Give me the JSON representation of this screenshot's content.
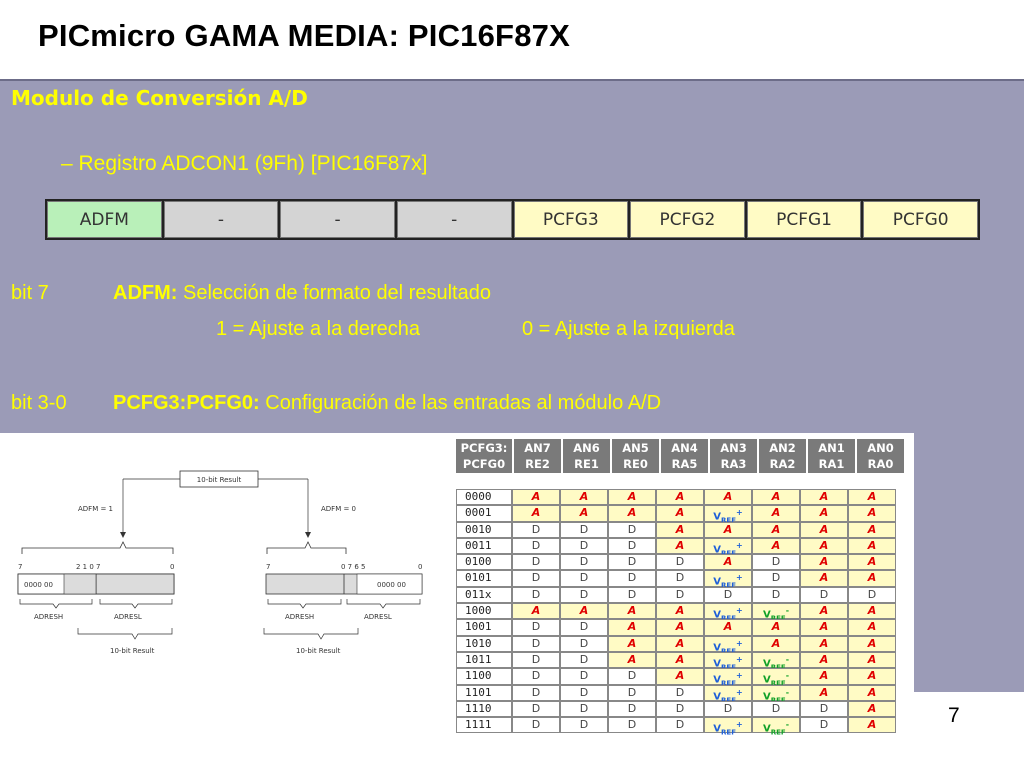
{
  "title": "PICmicro GAMA MEDIA: PIC16F87X",
  "heading": "Modulo de Conversión A/D",
  "subheading": "– Registro ADCON1 (9Fh) [PIC16F87x]",
  "register": {
    "bits": [
      "ADFM",
      "-",
      "-",
      "-",
      "PCFG3",
      "PCFG2",
      "PCFG1",
      "PCFG0"
    ]
  },
  "bit7": {
    "label": "bit 7",
    "name": "ADFM:",
    "desc": "Selección de formato del resultado",
    "opt1": "1 = Ajuste a la derecha",
    "opt0": "0 = Ajuste a la izquierda"
  },
  "bit30": {
    "label": "bit 3-0",
    "name": "PCFG3:PCFG0:",
    "desc": "Configuración de las entradas al módulo A/D"
  },
  "diagram": {
    "top_label": "10-bit Result",
    "adfm1": "ADFM = 1",
    "adfm0": "ADFM = 0",
    "left_bits": "7",
    "left_bits2": "2 1 0 7",
    "left_bits3": "0",
    "left_zeros": "0000 00",
    "right_bits": "7",
    "right_bits2": "0 7 6 5",
    "right_bits3": "0",
    "right_zeros": "0000 00",
    "adresh": "ADRESH",
    "adresl": "ADRESL",
    "bottom_label": "10-bit Result"
  },
  "table": {
    "header": [
      [
        "PCFG3:",
        "PCFG0"
      ],
      [
        "AN7",
        "RE2"
      ],
      [
        "AN6",
        "RE1"
      ],
      [
        "AN5",
        "RE0"
      ],
      [
        "AN4",
        "RA5"
      ],
      [
        "AN3",
        "RA3"
      ],
      [
        "AN2",
        "RA2"
      ],
      [
        "AN1",
        "RA1"
      ],
      [
        "AN0",
        "RA0"
      ]
    ],
    "rows": [
      {
        "code": "0000",
        "cells": [
          "A",
          "A",
          "A",
          "A",
          "A",
          "A",
          "A",
          "A"
        ]
      },
      {
        "code": "0001",
        "cells": [
          "A",
          "A",
          "A",
          "A",
          "VREF+",
          "A",
          "A",
          "A"
        ]
      },
      {
        "code": "0010",
        "cells": [
          "D",
          "D",
          "D",
          "A",
          "A",
          "A",
          "A",
          "A"
        ]
      },
      {
        "code": "0011",
        "cells": [
          "D",
          "D",
          "D",
          "A",
          "VREF+",
          "A",
          "A",
          "A"
        ]
      },
      {
        "code": "0100",
        "cells": [
          "D",
          "D",
          "D",
          "D",
          "A",
          "D",
          "A",
          "A"
        ]
      },
      {
        "code": "0101",
        "cells": [
          "D",
          "D",
          "D",
          "D",
          "VREF+",
          "D",
          "A",
          "A"
        ]
      },
      {
        "code": "011x",
        "cells": [
          "D",
          "D",
          "D",
          "D",
          "D",
          "D",
          "D",
          "D"
        ]
      },
      {
        "code": "1000",
        "cells": [
          "A",
          "A",
          "A",
          "A",
          "VREF+",
          "VREF-",
          "A",
          "A"
        ]
      },
      {
        "code": "1001",
        "cells": [
          "D",
          "D",
          "A",
          "A",
          "A",
          "A",
          "A",
          "A"
        ]
      },
      {
        "code": "1010",
        "cells": [
          "D",
          "D",
          "A",
          "A",
          "VREF+",
          "A",
          "A",
          "A"
        ]
      },
      {
        "code": "1011",
        "cells": [
          "D",
          "D",
          "A",
          "A",
          "VREF+",
          "VREF-",
          "A",
          "A"
        ]
      },
      {
        "code": "1100",
        "cells": [
          "D",
          "D",
          "D",
          "A",
          "VREF+",
          "VREF-",
          "A",
          "A"
        ]
      },
      {
        "code": "1101",
        "cells": [
          "D",
          "D",
          "D",
          "D",
          "VREF+",
          "VREF-",
          "A",
          "A"
        ]
      },
      {
        "code": "1110",
        "cells": [
          "D",
          "D",
          "D",
          "D",
          "D",
          "D",
          "D",
          "A"
        ]
      },
      {
        "code": "1111",
        "cells": [
          "D",
          "D",
          "D",
          "D",
          "VREF+",
          "VREF-",
          "D",
          "A"
        ]
      }
    ]
  },
  "page_number": "7"
}
